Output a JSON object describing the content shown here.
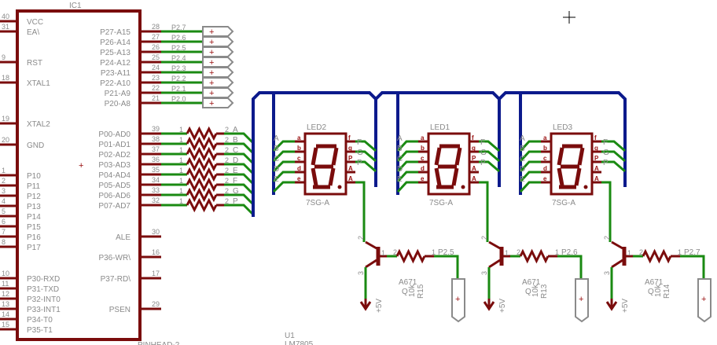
{
  "ic1": {
    "name": "IC1",
    "left_pins": [
      {
        "num": "40",
        "label": "VCC"
      },
      {
        "num": "31",
        "label": "EA\\"
      },
      {
        "num": "9",
        "label": "RST"
      },
      {
        "num": "18",
        "label": "XTAL1"
      },
      {
        "num": "19",
        "label": "XTAL2"
      },
      {
        "num": "20",
        "label": "GND"
      },
      {
        "num": "1",
        "label": "P10"
      },
      {
        "num": "2",
        "label": "P11"
      },
      {
        "num": "3",
        "label": "P12"
      },
      {
        "num": "4",
        "label": "P13"
      },
      {
        "num": "5",
        "label": "P14"
      },
      {
        "num": "6",
        "label": "P15"
      },
      {
        "num": "7",
        "label": "P16"
      },
      {
        "num": "8",
        "label": "P17"
      },
      {
        "num": "10",
        "label": "P30-RXD"
      },
      {
        "num": "11",
        "label": "P31-TXD"
      },
      {
        "num": "12",
        "label": "P32-INT0"
      },
      {
        "num": "13",
        "label": "P33-INT1"
      },
      {
        "num": "14",
        "label": "P34-T0"
      },
      {
        "num": "15",
        "label": "P35-T1"
      }
    ],
    "p2_pins": [
      {
        "num": "28",
        "label": "P27-A15",
        "net": "P2.7"
      },
      {
        "num": "27",
        "label": "P26-A14",
        "net": "P2.6"
      },
      {
        "num": "26",
        "label": "P25-A13",
        "net": "P2.5"
      },
      {
        "num": "25",
        "label": "P24-A12",
        "net": "P2.4"
      },
      {
        "num": "24",
        "label": "P23-A11",
        "net": "P2.3"
      },
      {
        "num": "23",
        "label": "P22-A10",
        "net": "P2.2"
      },
      {
        "num": "22",
        "label": "P21-A9",
        "net": "P2.1"
      },
      {
        "num": "21",
        "label": "P20-A8",
        "net": "P2.0"
      }
    ],
    "p0_pins": [
      {
        "num": "39",
        "label": "P00-AD0",
        "net": "A"
      },
      {
        "num": "38",
        "label": "P01-AD1",
        "net": "B"
      },
      {
        "num": "37",
        "label": "P02-AD2",
        "net": "C"
      },
      {
        "num": "36",
        "label": "P03-AD3",
        "net": "D"
      },
      {
        "num": "35",
        "label": "P04-AD4",
        "net": "E"
      },
      {
        "num": "34",
        "label": "P05-AD5",
        "net": "F"
      },
      {
        "num": "33",
        "label": "P06-AD6",
        "net": "G"
      },
      {
        "num": "32",
        "label": "P07-AD7",
        "net": "P"
      }
    ],
    "other_pins": [
      {
        "num": "30",
        "label": "ALE"
      },
      {
        "num": "16",
        "label": "P36-WR\\"
      },
      {
        "num": "17",
        "label": "P37-RD\\"
      },
      {
        "num": "29",
        "label": "PSEN"
      }
    ],
    "res_pin1": "1",
    "res_pin2": "2"
  },
  "connector_plus": "+",
  "pinhead_label": "PINHEAD-2",
  "u1": {
    "name": "U1",
    "value": "LM7805"
  },
  "leds": [
    {
      "name": "LED2",
      "value": "7SG-A"
    },
    {
      "name": "LED1",
      "value": "7SG-A"
    },
    {
      "name": "LED3",
      "value": "7SG-A"
    }
  ],
  "led_left_pins": [
    {
      "pin": "a",
      "net": "A"
    },
    {
      "pin": "b",
      "net": "B"
    },
    {
      "pin": "c",
      "net": "C"
    },
    {
      "pin": "d",
      "net": "D"
    },
    {
      "pin": "e",
      "net": "E"
    }
  ],
  "led_right_pins": [
    {
      "pin": "f",
      "net": "F"
    },
    {
      "pin": "g",
      "net": "G"
    },
    {
      "pin": "P",
      "net": "P"
    },
    {
      "pin": "A",
      "net": ""
    },
    {
      "pin": "A",
      "net": ""
    }
  ],
  "drivers": [
    {
      "transistor": "A671",
      "q": "Q",
      "rvalue": "10k",
      "rname": "R15",
      "net": "P2.5"
    },
    {
      "transistor": "A671",
      "q": "Q",
      "rvalue": "10k",
      "rname": "R13",
      "net": "P2.6"
    },
    {
      "transistor": "A671",
      "q": "Q",
      "rvalue": "10k",
      "rname": "R14",
      "net": "P2.7"
    }
  ],
  "driver_pins": {
    "b": "1",
    "c": "2",
    "e": "3",
    "r1": "1",
    "r2": "2"
  },
  "supply": "+5V",
  "colors": {
    "part": "#7a0c0c",
    "wire": "#1a8a12",
    "bus": "#0c1a8c",
    "text": "#8a8a8a"
  }
}
